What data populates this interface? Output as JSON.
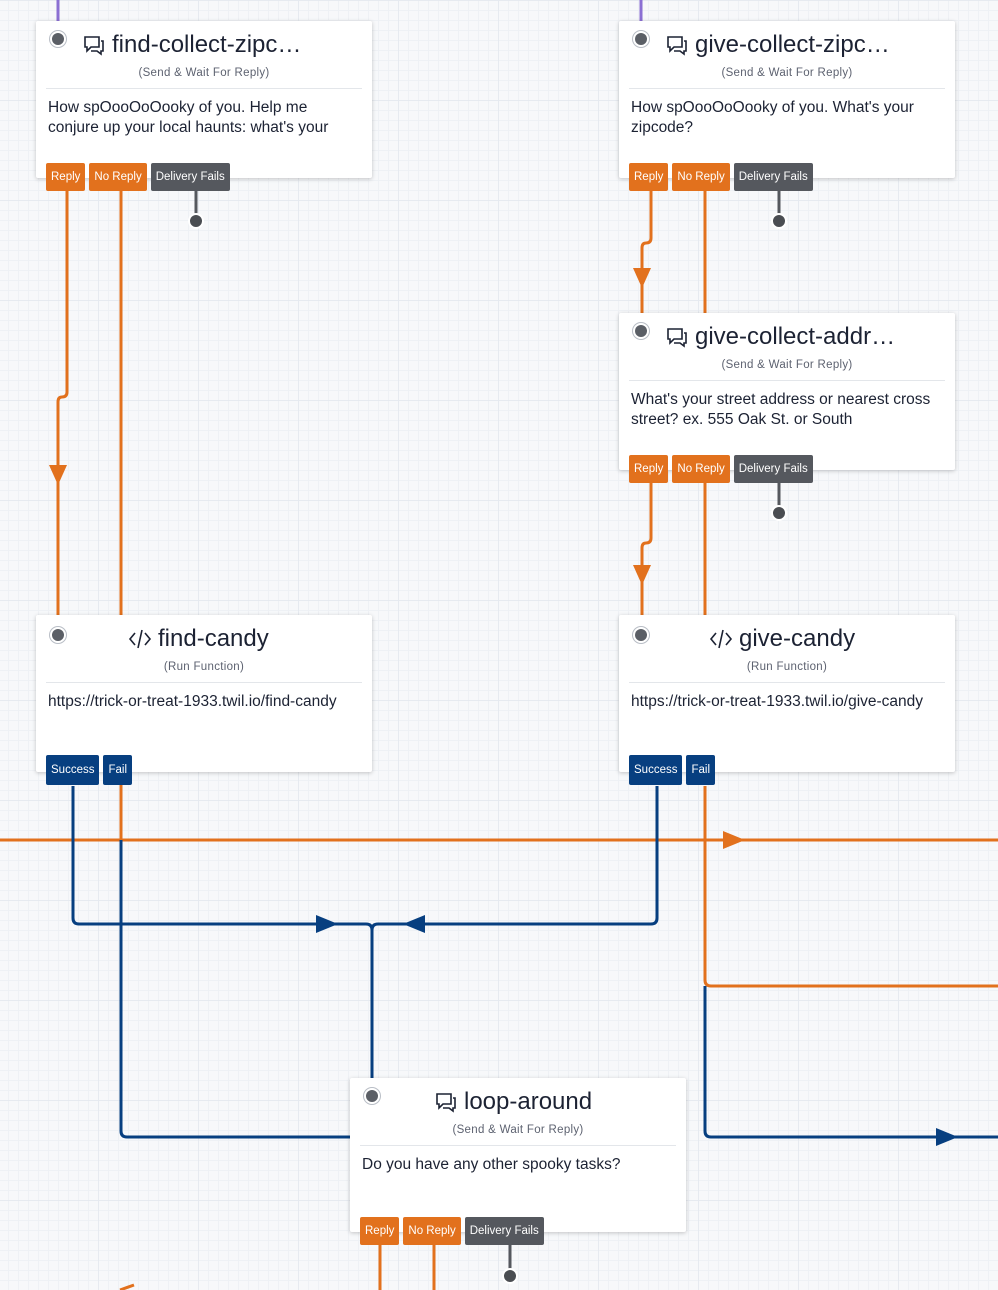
{
  "colors": {
    "reply": "#e2711d",
    "success": "#073f80",
    "delivery_fails": "#55585e",
    "trigger": "#8b6fd3"
  },
  "widgets": [
    {
      "name": "find-collect-zipc…",
      "subtitle": "(Send & Wait For Reply)",
      "body": "How spOooOoOooky of you. Help me conjure up your local haunts: what's your",
      "icon": "chat-bubble-icon",
      "tabs": {
        "reply": "Reply",
        "no_reply": "No Reply",
        "delivery_fails": "Delivery Fails"
      }
    },
    {
      "name": "give-collect-zipc…",
      "subtitle": "(Send & Wait For Reply)",
      "body": "How spOooOoOooky of you. What's your zipcode?",
      "icon": "chat-bubble-icon",
      "tabs": {
        "reply": "Reply",
        "no_reply": "No Reply",
        "delivery_fails": "Delivery Fails"
      }
    },
    {
      "name": "give-collect-addr…",
      "subtitle": "(Send & Wait For Reply)",
      "body": "What's your street address or nearest cross street? ex. 555 Oak St. or South",
      "icon": "chat-bubble-icon",
      "tabs": {
        "reply": "Reply",
        "no_reply": "No Reply",
        "delivery_fails": "Delivery Fails"
      }
    },
    {
      "name": "find-candy",
      "subtitle": "(Run Function)",
      "body": "https://trick-or-treat-1933.twil.io/find-candy",
      "icon": "code-icon",
      "tabs": {
        "success": "Success",
        "fail": "Fail"
      }
    },
    {
      "name": "give-candy",
      "subtitle": "(Run Function)",
      "body": "https://trick-or-treat-1933.twil.io/give-candy",
      "icon": "code-icon",
      "tabs": {
        "success": "Success",
        "fail": "Fail"
      }
    },
    {
      "name": "loop-around",
      "subtitle": "(Send & Wait For Reply)",
      "body": "Do you have any other spooky tasks?",
      "icon": "chat-bubble-icon",
      "tabs": {
        "reply": "Reply",
        "no_reply": "No Reply",
        "delivery_fails": "Delivery Fails"
      }
    }
  ]
}
